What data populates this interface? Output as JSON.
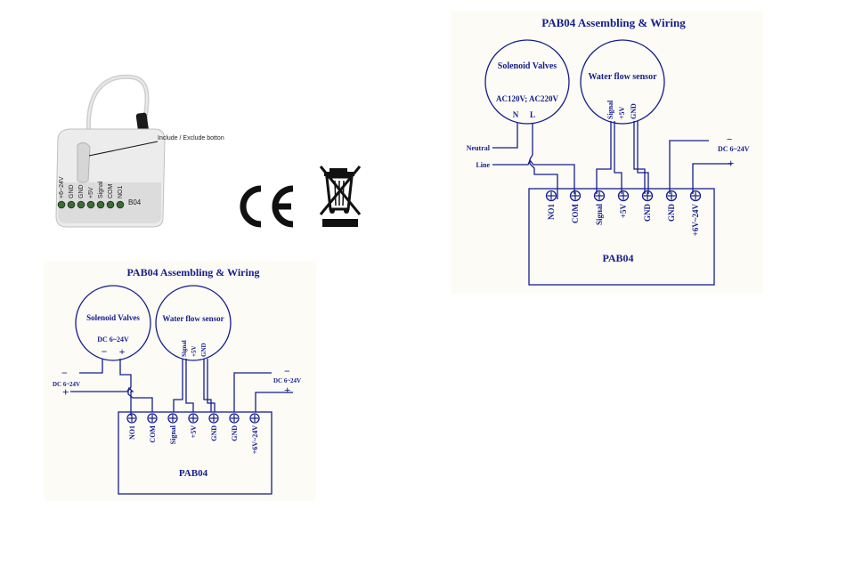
{
  "device": {
    "button_note": "Include / Exclude botton",
    "pins": [
      "+6~24V",
      "GND",
      "GND",
      "+5V",
      "Signal",
      "COM",
      "NO1"
    ],
    "model": "B04"
  },
  "marks": {
    "ce": "CE"
  },
  "diagram_ac": {
    "title": "PAB04 Assembling & Wiring",
    "valves_label": "Solenoid Valves",
    "valves_rating": "AC120V; AC220V",
    "valve_terminals": [
      "N",
      "L"
    ],
    "sensor_label": "Water flow sensor",
    "sensor_terminals": [
      "Signal",
      "+5V",
      "GND"
    ],
    "neutral": "Neutral",
    "line": "Line",
    "dc_label": "DC 6~24V",
    "minus": "−",
    "plus": "+",
    "terminals": [
      "NO1",
      "COM",
      "Signal",
      "+5V",
      "GND",
      "GND",
      "+6V~24V"
    ],
    "box_label": "PAB04"
  },
  "diagram_dc": {
    "title": "PAB04 Assembling & Wiring",
    "valves_label": "Solenoid Valves",
    "valves_rating": "DC 6~24V",
    "valve_terminals": [
      "−",
      "+"
    ],
    "sensor_label": "Water flow sensor",
    "sensor_terminals": [
      "Signal",
      "+5V",
      "GND"
    ],
    "dc_label_left": "DC 6~24V",
    "dc_label_right": "DC 6~24V",
    "minus": "−",
    "plus": "+",
    "terminals": [
      "NO1",
      "COM",
      "Signal",
      "+5V",
      "GND",
      "GND",
      "+6V~24V"
    ],
    "box_label": "PAB04"
  }
}
